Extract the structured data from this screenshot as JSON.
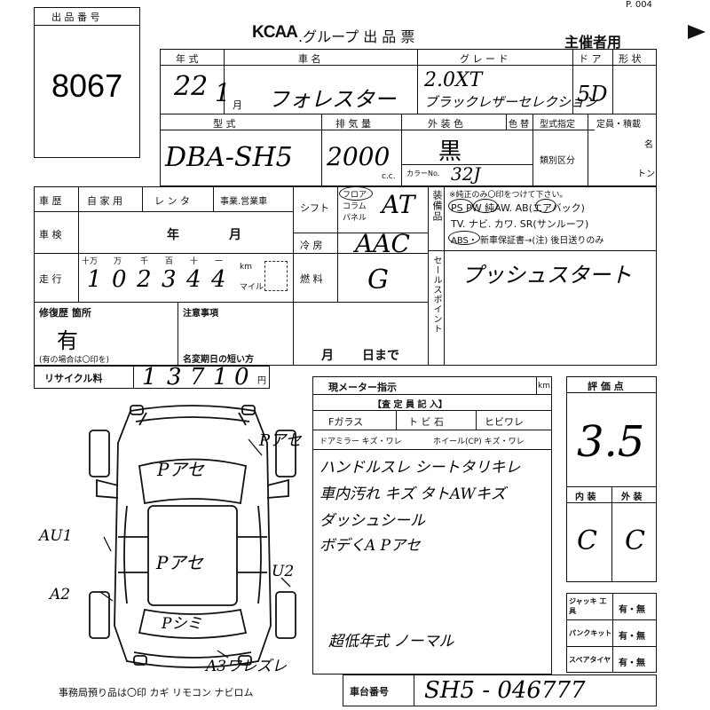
{
  "header": {
    "brand": "KCAA",
    "title": ".グループ 出 品 票",
    "organizer": "主催者用",
    "fax_mark": "P. 004",
    "lot_label": "出 品 番 号",
    "lot_number": "8067"
  },
  "vehicle": {
    "year_label": "年 式",
    "year_value": "22",
    "month_value": "1",
    "month_unit": "月",
    "name_label": "車 名",
    "name_value": "フォレスター",
    "grade_label": "グ レ ー ド",
    "grade_line1": "2.0XT",
    "grade_line2": "ブラックレザーセレクション",
    "door_label": "ド ア",
    "door_value": "5D",
    "shape_label": "形 状",
    "model_label": "型 式",
    "model_value": "DBA-SH5",
    "displacement_label": "排 気 量",
    "displacement_value": "2000",
    "cc_unit": "c.c.",
    "exterior_label": "外 装 色",
    "exterior_value": "黒",
    "color_no_label": "カラーNo.",
    "color_no_value": "32J",
    "repaint_label": "色 替",
    "type_designation_label": "型式指定",
    "class_label": "類別区分",
    "capacity_label": "定員・積載",
    "capacity_unit_people": "名",
    "capacity_unit_ton": "トン"
  },
  "history": {
    "label": "車 歴",
    "opt_private": "自 家 用",
    "opt_rental": "レ ン タ",
    "opt_business": "事業.営業車",
    "inspection_label": "車 検",
    "inspection_year_unit": "年",
    "inspection_month_unit": "月",
    "mileage_label": "走 行",
    "mileage_units": [
      "十万",
      "万",
      "千",
      "百",
      "十",
      "一"
    ],
    "mileage_digits": [
      "1",
      "0",
      "2",
      "3",
      "4",
      "4"
    ],
    "km_label": "km",
    "mile_label": "マイル",
    "repair_label": "修復歴 箇所",
    "repair_value": "有",
    "repair_note": "(有の場合は〇印を)",
    "notes_label": "注意事項",
    "short_term_label": "名変期日の短い方",
    "short_term_month": "月",
    "short_term_day": "日まで"
  },
  "equipment": {
    "shift_label": "シフト",
    "shift_options": [
      "フロア",
      "コラム",
      "パネル"
    ],
    "shift_value": "AT",
    "ac_label": "冷 房",
    "ac_value": "AAC",
    "fuel_label": "燃 料",
    "fuel_value": "G",
    "equip_side_label": "装備品",
    "equip_note": "※純正のみ〇印をつけて下さい。",
    "equip_line1": "PS PW 純AW. AB(エアバック)",
    "equip_line2": "TV. ナビ. カワ. SR(サンルーフ)",
    "equip_line3": "ABS・ 新車保証書→(注) 後日送りのみ",
    "sales_side_label": "セールスポイント",
    "sales_point": "プッシュスタート"
  },
  "recycle": {
    "label": "リサイクル料",
    "digits": [
      "1",
      "3",
      "7",
      "1",
      "0"
    ],
    "unit": "円"
  },
  "inspection": {
    "meter_label": "現メーター指示",
    "meter_unit": "km",
    "inspector_label": "【査 定 員 記 入】",
    "f_glass_label": "Fガラス",
    "tobi_label": "ト ビ 石",
    "hibi_label": "ヒビワレ",
    "door_mirror_label": "ドアミラー キズ・ワレ",
    "wheel_label": "ホイール(CP) キズ・ワレ",
    "remarks": [
      "ハンドルスレ シートタリキレ",
      "車内汚れ キズ タトAWキズ",
      "ダッシュシール",
      "ボデくA Pアセ",
      "超低年式 ノーマル"
    ]
  },
  "diagram": {
    "marks": [
      "Pアセ",
      "Pアセ",
      "Pアセ",
      "AU1",
      "A2",
      "U2",
      "Pシミ",
      "A3ワレズレ"
    ]
  },
  "score": {
    "label": "評 価 点",
    "value": "3.5",
    "interior_label": "内 装",
    "exterior_label": "外 装",
    "interior_value": "C",
    "exterior_value": "C"
  },
  "accessories": {
    "rows": [
      {
        "label": "ジャッキ 工 具",
        "value": "有・無"
      },
      {
        "label": "パンクキット",
        "value": "有・無"
      },
      {
        "label": "スペアタイヤ",
        "value": "有・無"
      }
    ]
  },
  "footer": {
    "office_note": "事務局預り品は〇印 カギ リモコン ナビロム",
    "chassis_label": "車台番号",
    "chassis_value": "SH5 - 046777"
  }
}
